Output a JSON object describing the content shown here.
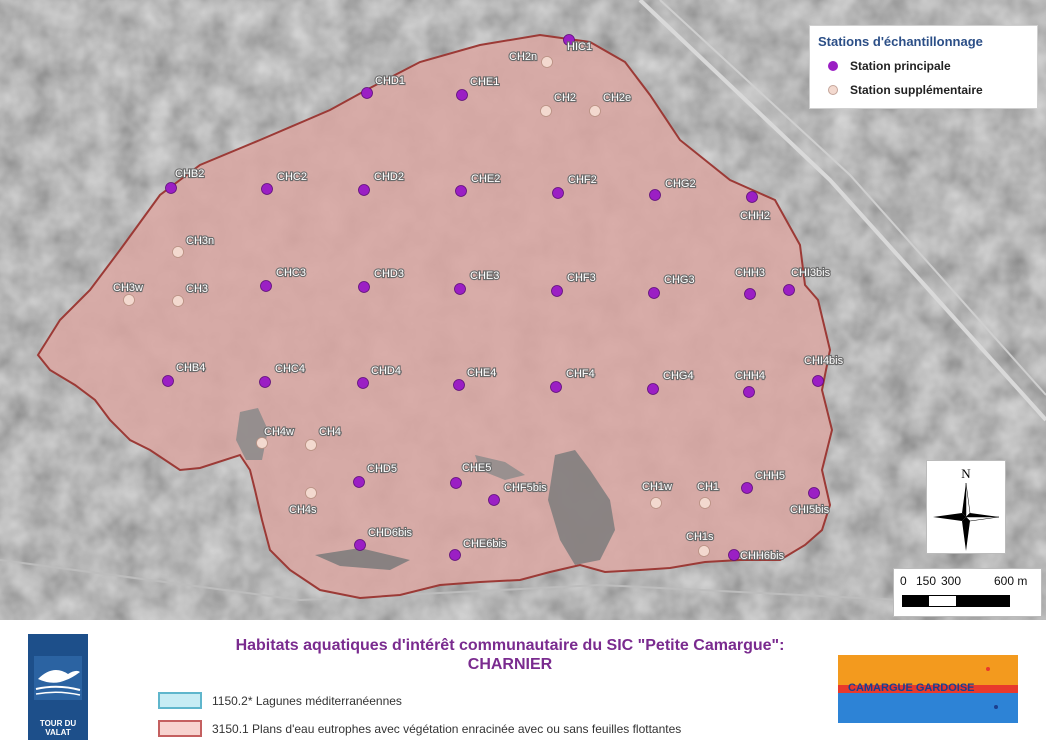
{
  "legend": {
    "title": "Stations d'échantillonnage",
    "items": [
      {
        "label": "Station principale",
        "color": "#9b1fc4"
      },
      {
        "label": "Station supplémentaire",
        "color": "#f3d9cf"
      }
    ]
  },
  "stations": [
    {
      "id": "HIC1",
      "type": "principale"
    },
    {
      "id": "CH2n",
      "type": "supplementaire"
    },
    {
      "id": "CHD1",
      "type": "principale"
    },
    {
      "id": "CHE1",
      "type": "principale"
    },
    {
      "id": "CH2",
      "type": "supplementaire"
    },
    {
      "id": "CH2e",
      "type": "supplementaire"
    },
    {
      "id": "CHB2",
      "type": "principale"
    },
    {
      "id": "CHC2",
      "type": "principale"
    },
    {
      "id": "CHD2",
      "type": "principale"
    },
    {
      "id": "CHE2",
      "type": "principale"
    },
    {
      "id": "CHF2",
      "type": "principale"
    },
    {
      "id": "CHG2",
      "type": "principale"
    },
    {
      "id": "CHH2",
      "type": "principale"
    },
    {
      "id": "CH3n",
      "type": "supplementaire"
    },
    {
      "id": "CH3w",
      "type": "supplementaire"
    },
    {
      "id": "CH3",
      "type": "supplementaire"
    },
    {
      "id": "CHC3",
      "type": "principale"
    },
    {
      "id": "CHD3",
      "type": "principale"
    },
    {
      "id": "CHE3",
      "type": "principale"
    },
    {
      "id": "CHF3",
      "type": "principale"
    },
    {
      "id": "CHG3",
      "type": "principale"
    },
    {
      "id": "CHH3",
      "type": "principale"
    },
    {
      "id": "CHI3bis",
      "type": "principale"
    },
    {
      "id": "CHB4",
      "type": "principale"
    },
    {
      "id": "CHC4",
      "type": "principale"
    },
    {
      "id": "CHD4",
      "type": "principale"
    },
    {
      "id": "CHE4",
      "type": "principale"
    },
    {
      "id": "CHF4",
      "type": "principale"
    },
    {
      "id": "CHG4",
      "type": "principale"
    },
    {
      "id": "CHH4",
      "type": "principale"
    },
    {
      "id": "CHI4bis",
      "type": "principale"
    },
    {
      "id": "CH4w",
      "type": "supplementaire"
    },
    {
      "id": "CH4",
      "type": "supplementaire"
    },
    {
      "id": "CHD5",
      "type": "principale"
    },
    {
      "id": "CHE5",
      "type": "principale"
    },
    {
      "id": "CHF5bis",
      "type": "principale"
    },
    {
      "id": "CH4s",
      "type": "supplementaire"
    },
    {
      "id": "CH1w",
      "type": "supplementaire"
    },
    {
      "id": "CH1",
      "type": "supplementaire"
    },
    {
      "id": "CHH5",
      "type": "principale"
    },
    {
      "id": "CHI5bis",
      "type": "principale"
    },
    {
      "id": "CHD6bis",
      "type": "principale"
    },
    {
      "id": "CHE6bis",
      "type": "principale"
    },
    {
      "id": "CH1s",
      "type": "supplementaire"
    },
    {
      "id": "CHH6bis",
      "type": "principale"
    }
  ],
  "north_label": "N",
  "scale": {
    "labels": [
      "0",
      "150",
      "300",
      "600 m"
    ]
  },
  "footer": {
    "title_line1": "Habitats aquatiques d'intérêt communautaire du SIC \"Petite Camargue\":",
    "title_line2": "CHARNIER",
    "habitats": [
      {
        "label": "1150.2* Lagunes méditerranéennes",
        "fill": "#c7ecf4",
        "border": "#5fb6cc"
      },
      {
        "label": "3150.1 Plans d'eau eutrophes avec végétation enracinée avec ou sans feuilles flottantes",
        "fill": "#f7d3cf",
        "border": "#c46060"
      }
    ],
    "tdv_logo_text": "TOUR DU VALAT",
    "cg_logo_text": "CAMARGUE GARDOISE"
  },
  "colors": {
    "principale": "#9b1fc4",
    "supplementaire": "#f3d9cf",
    "lake_fill": "#d9a7a3",
    "lake_border": "#9c3a36"
  }
}
